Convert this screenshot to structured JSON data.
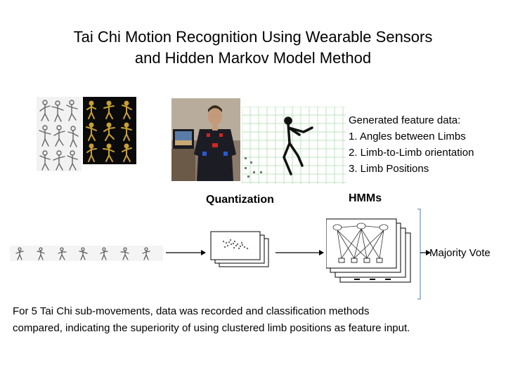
{
  "title": {
    "line1": "Tai Chi Motion Recognition Using Wearable Sensors",
    "line2": "and Hidden Markov Model Method"
  },
  "features": {
    "heading": "Generated feature data:",
    "items": [
      "1. Angles between Limbs",
      "2. Limb-to-Limb orientation",
      "3. Limb Positions"
    ]
  },
  "labels": {
    "quantization": "Quantization",
    "hmms": "HMMs",
    "majority_vote": "Majority Vote"
  },
  "caption": {
    "line1": "For 5 Tai Chi sub-movements, data was recorded and classification methods",
    "line2": "compared, indicating the superiority of using clustered limb positions as feature input."
  },
  "colors": {
    "skeleton_bg": "#0a0a0a",
    "skeleton_figure": "#c8a032",
    "grid_line": "#bfe3bf",
    "bracket": "#6a8fc7"
  }
}
